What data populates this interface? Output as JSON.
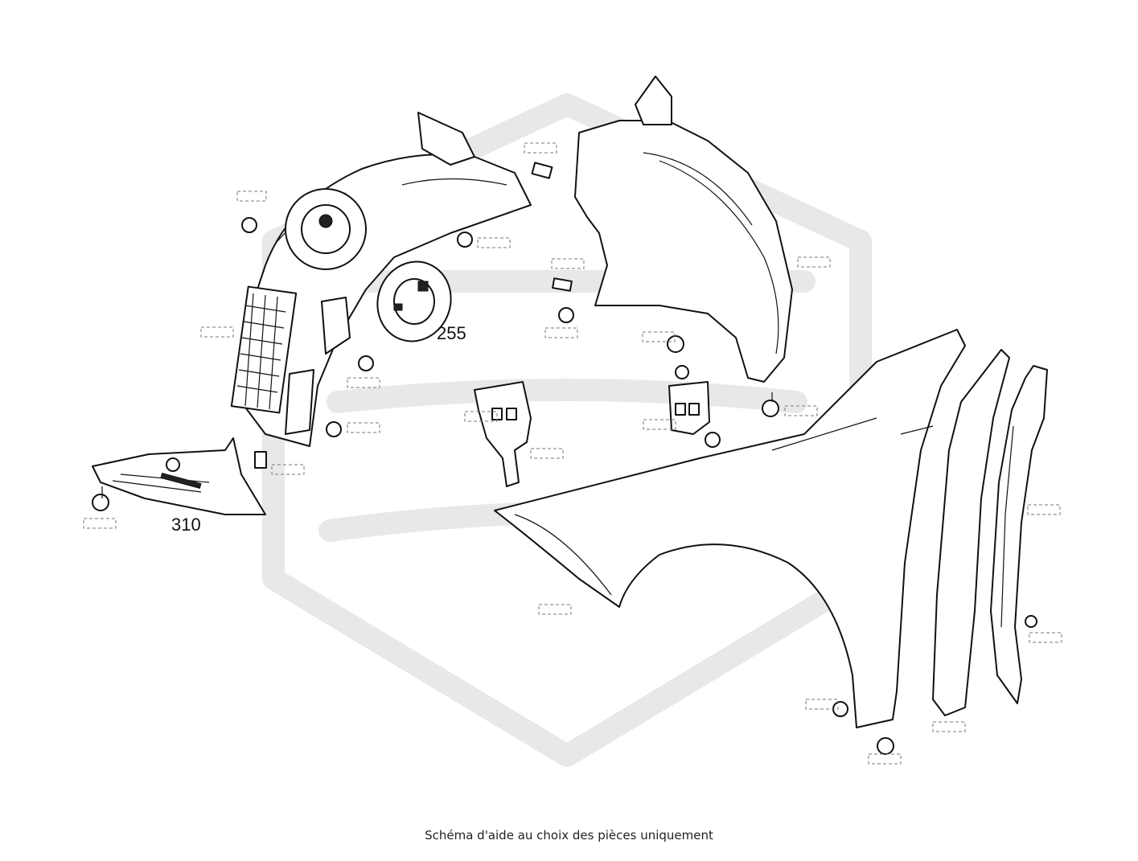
{
  "caption": "Schéma d'aide au choix des pièces uniquement",
  "callouts": [
    {
      "id": "liner-cover",
      "label": "255"
    },
    {
      "id": "lower-shield",
      "label": "310"
    }
  ],
  "colors": {
    "line": "#111111",
    "watermark": "#e8e8e8",
    "background": "#ffffff"
  },
  "icons": [
    "watermark-logo-icon"
  ]
}
